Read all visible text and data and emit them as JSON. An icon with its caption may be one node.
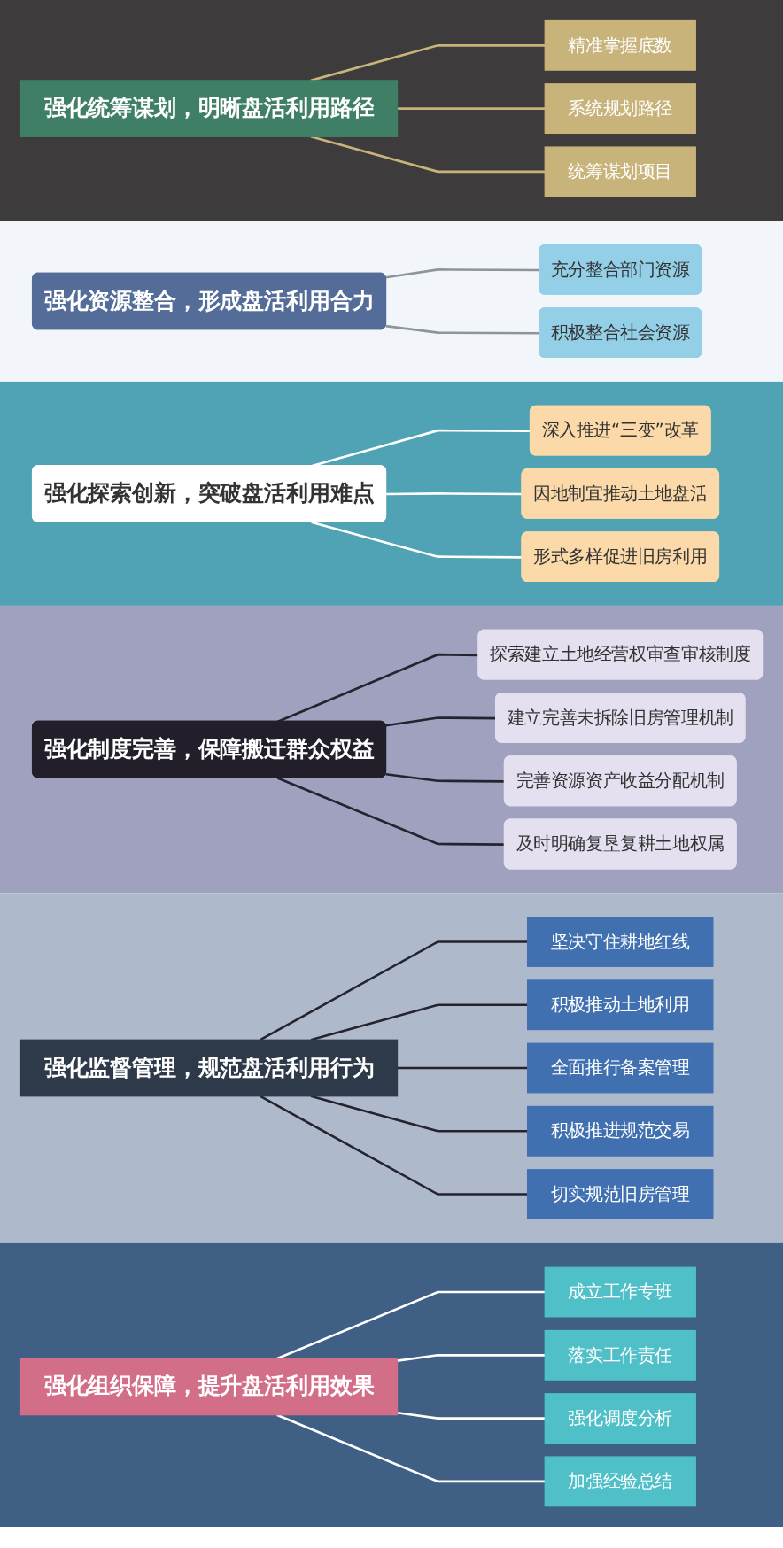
{
  "diagram": {
    "nodes": [
      {
        "text": [
          "强化统筹谋划，明晰盘活利用路径"
        ]
      },
      {
        "text": [
          "精准掌握底数"
        ]
      },
      {
        "text": [
          "系统规划路径"
        ]
      },
      {
        "text": [
          "统筹谋划项目"
        ]
      },
      {
        "text": [
          "强化资源整合，形成盘活利用合力"
        ]
      },
      {
        "text": [
          "充分整合部门资源"
        ]
      },
      {
        "text": [
          "积极整合社会资源"
        ]
      },
      {
        "text": [
          "强化探索创新，突破盘活利用难点"
        ]
      },
      {
        "text": [
          "深入推进“三变”改革"
        ]
      },
      {
        "text": [
          "因地制宜推动土地盘活"
        ]
      },
      {
        "text": [
          "形式多样促进旧房利用"
        ]
      },
      {
        "text": [
          "强化制度完善，保障搬迁群众权益"
        ]
      },
      {
        "text": [
          "探索建立土地经营权审查审核制度"
        ]
      },
      {
        "text": [
          "建立完善未拆除旧房管理机制"
        ]
      },
      {
        "text": [
          "完善资源资产收益分配机制"
        ]
      },
      {
        "text": [
          "及时明确复垦复耕土地权属"
        ]
      },
      {
        "text": [
          "强化监督管理，规范盘活利用行为"
        ]
      },
      {
        "text": [
          "坚决守住耕地红线"
        ]
      },
      {
        "text": [
          "积极推动土地利用"
        ]
      },
      {
        "text": [
          "全面推行备案管理"
        ]
      },
      {
        "text": [
          "积极推进规范交易"
        ]
      },
      {
        "text": [
          "切实规范旧房管理"
        ]
      },
      {
        "text": [
          "强化组织保障，提升盘活利用效果"
        ]
      },
      {
        "text": [
          "成立工作专班"
        ]
      },
      {
        "text": [
          "落实工作责任"
        ]
      },
      {
        "text": [
          "强化调度分析"
        ]
      },
      {
        "text": [
          "加强经验总结"
        ]
      }
    ],
    "edges": [
      {
        "from": 0,
        "to": 1,
        "arrow": "none",
        "color": "#c8b37a"
      },
      {
        "from": 0,
        "to": 2,
        "arrow": "none",
        "color": "#c8b37a"
      },
      {
        "from": 0,
        "to": 3,
        "arrow": "none",
        "color": "#c8b37a"
      },
      {
        "from": 4,
        "to": 5,
        "arrow": "none",
        "color": "#8f949c"
      },
      {
        "from": 4,
        "to": 6,
        "arrow": "none",
        "color": "#8f949c"
      },
      {
        "from": 7,
        "to": 8,
        "arrow": "none",
        "color": "#ffffff"
      },
      {
        "from": 7,
        "to": 9,
        "arrow": "none",
        "color": "#ffffff"
      },
      {
        "from": 7,
        "to": 10,
        "arrow": "none",
        "color": "#ffffff"
      },
      {
        "from": 11,
        "to": 12,
        "arrow": "none"
      },
      {
        "from": 11,
        "to": 13,
        "arrow": "none"
      },
      {
        "from": 11,
        "to": 14,
        "arrow": "none"
      },
      {
        "from": 11,
        "to": 15,
        "arrow": "none"
      },
      {
        "from": 16,
        "to": 17,
        "arrow": "none"
      },
      {
        "from": 16,
        "to": 18,
        "arrow": "none"
      },
      {
        "from": 16,
        "to": 19,
        "arrow": "none"
      },
      {
        "from": 16,
        "to": 20,
        "arrow": "none"
      },
      {
        "from": 16,
        "to": 21,
        "arrow": "none"
      },
      {
        "from": 22,
        "to": 23,
        "arrow": "none",
        "color": "#ffffff"
      },
      {
        "from": 22,
        "to": 24,
        "arrow": "none",
        "color": "#ffffff"
      },
      {
        "from": 22,
        "to": 25,
        "arrow": "none",
        "color": "#ffffff"
      },
      {
        "from": 22,
        "to": 26,
        "arrow": "none",
        "color": "#ffffff"
      }
    ]
  }
}
